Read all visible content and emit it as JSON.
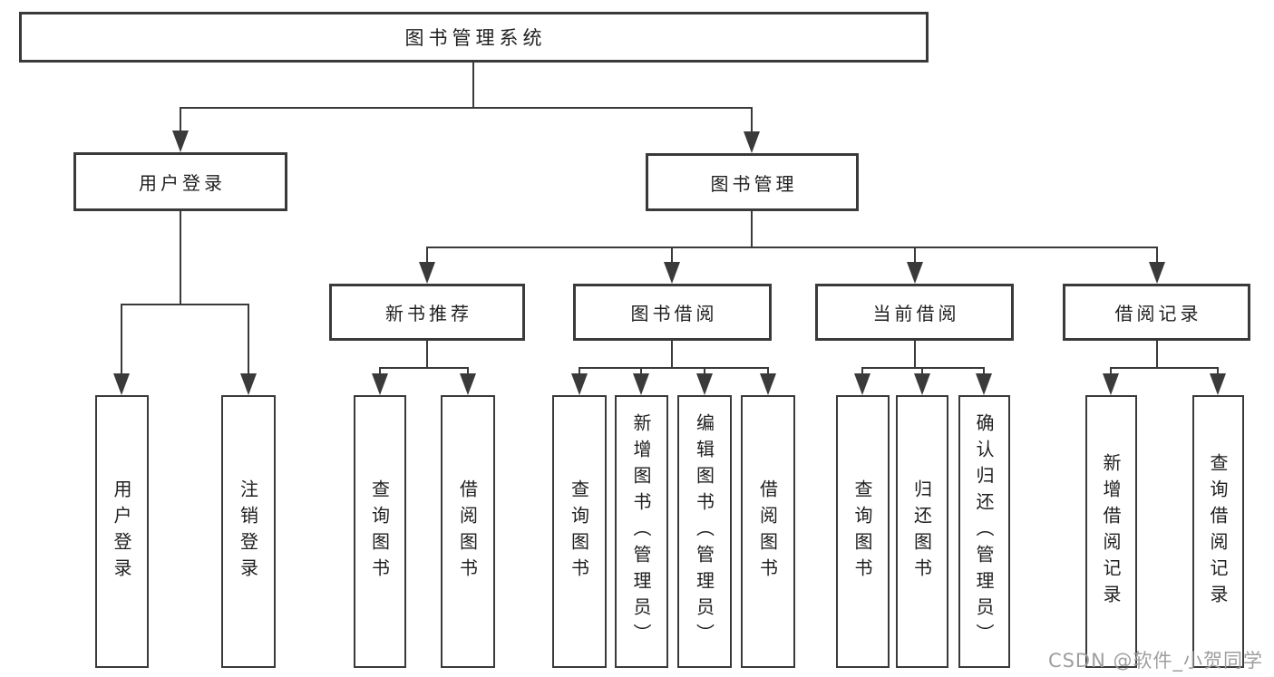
{
  "diagram": {
    "root": {
      "label": "图书管理系统"
    },
    "level2": [
      {
        "label": "用户登录"
      },
      {
        "label": "图书管理"
      }
    ],
    "level3": [
      {
        "label": "新书推荐"
      },
      {
        "label": "图书借阅"
      },
      {
        "label": "当前借阅"
      },
      {
        "label": "借阅记录"
      }
    ],
    "leaves": {
      "user_login": [
        {
          "label": "用户登录"
        },
        {
          "label": "注销登录"
        }
      ],
      "new_book_recommend": [
        {
          "label": "查询图书"
        },
        {
          "label": "借阅图书"
        }
      ],
      "book_borrow": [
        {
          "label": "查询图书"
        },
        {
          "label": "新增图书（管理员）"
        },
        {
          "label": "编辑图书（管理员）"
        },
        {
          "label": "借阅图书"
        }
      ],
      "current_borrow": [
        {
          "label": "查询图书"
        },
        {
          "label": "归还图书"
        },
        {
          "label": "确认归还（管理员）"
        }
      ],
      "borrow_records": [
        {
          "label": "新增借阅记录"
        },
        {
          "label": "查询借阅记录"
        }
      ]
    },
    "colors": {
      "line": "#3a3a3a",
      "box_background": "#ffffff",
      "text": "#1f1f1f",
      "watermark": "#9e9e9e"
    }
  },
  "watermark": {
    "text": "CSDN @软件_小贺同学"
  }
}
